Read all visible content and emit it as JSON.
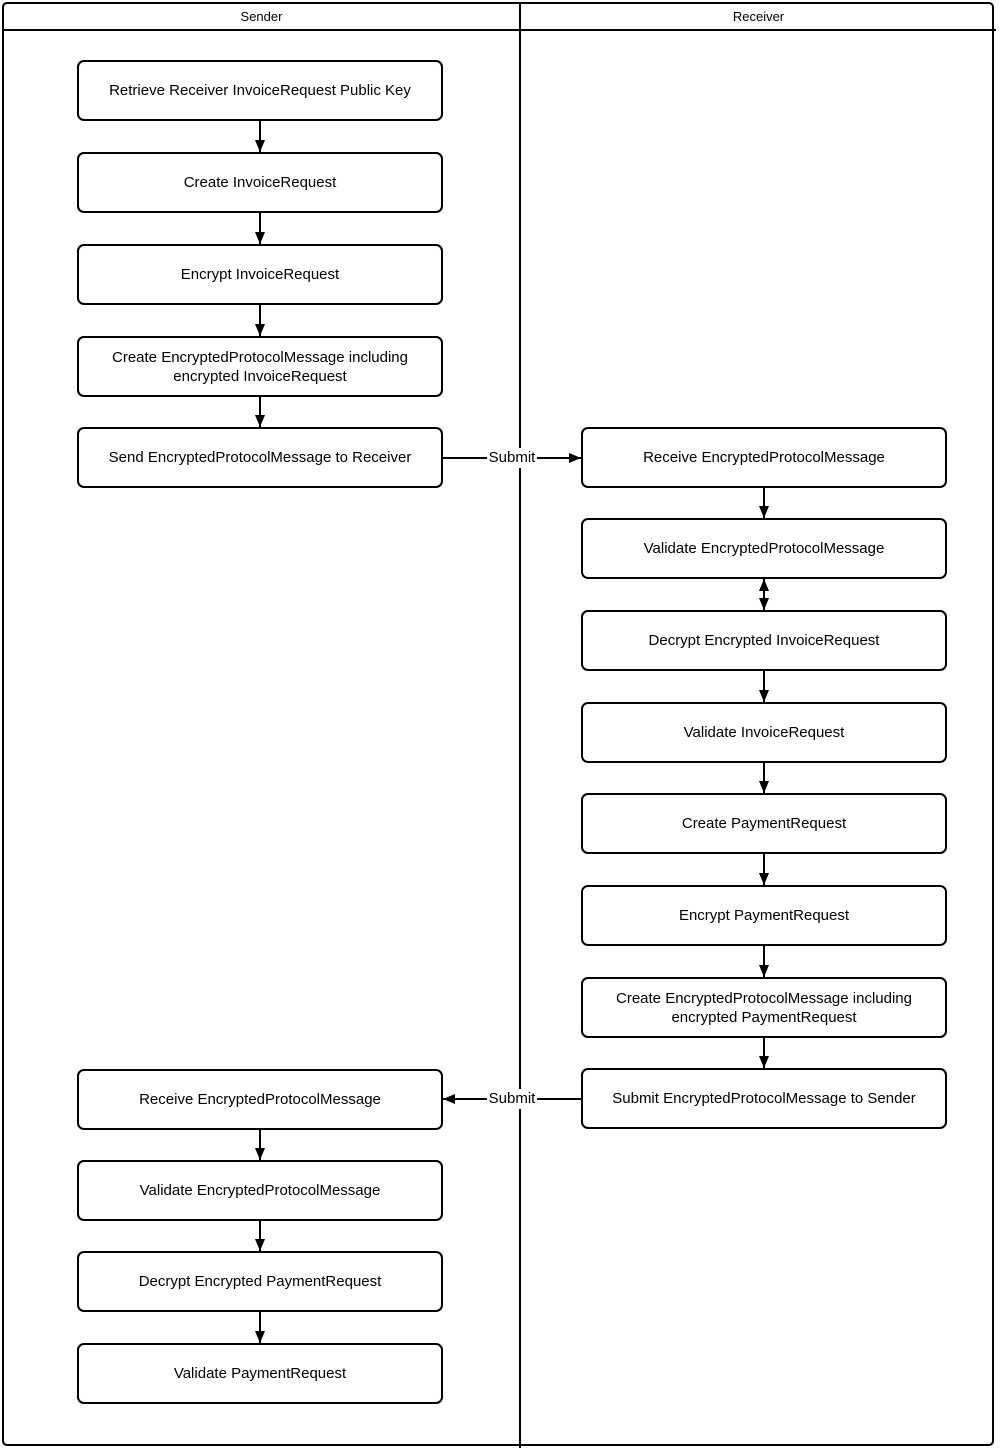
{
  "diagram": {
    "type": "swimlane-flowchart",
    "lanes": [
      {
        "label": "Sender"
      },
      {
        "label": "Receiver"
      }
    ],
    "nodes": [
      {
        "lane": "Sender",
        "label": "Retrieve Receiver InvoiceRequest Public Key"
      },
      {
        "lane": "Sender",
        "label": "Create InvoiceRequest"
      },
      {
        "lane": "Sender",
        "label": "Encrypt InvoiceRequest"
      },
      {
        "lane": "Sender",
        "label": "Create EncryptedProtocolMessage including encrypted InvoiceRequest"
      },
      {
        "lane": "Sender",
        "label": "Send EncryptedProtocolMessage to Receiver"
      },
      {
        "lane": "Receiver",
        "label": "Receive EncryptedProtocolMessage"
      },
      {
        "lane": "Receiver",
        "label": "Validate EncryptedProtocolMessage"
      },
      {
        "lane": "Receiver",
        "label": "Decrypt Encrypted InvoiceRequest"
      },
      {
        "lane": "Receiver",
        "label": "Validate InvoiceRequest"
      },
      {
        "lane": "Receiver",
        "label": "Create PaymentRequest"
      },
      {
        "lane": "Receiver",
        "label": "Encrypt PaymentRequest"
      },
      {
        "lane": "Receiver",
        "label": "Create EncryptedProtocolMessage including encrypted PaymentRequest"
      },
      {
        "lane": "Receiver",
        "label": "Submit EncryptedProtocolMessage to Sender"
      },
      {
        "lane": "Sender",
        "label": "Receive EncryptedProtocolMessage"
      },
      {
        "lane": "Sender",
        "label": "Validate EncryptedProtocolMessage"
      },
      {
        "lane": "Sender",
        "label": "Decrypt Encrypted PaymentRequest"
      },
      {
        "lane": "Sender",
        "label": "Validate PaymentRequest"
      }
    ],
    "edges": [
      {
        "label": "Submit",
        "from": "Send EncryptedProtocolMessage to Receiver",
        "to": "Receive EncryptedProtocolMessage",
        "direction": "left-to-right"
      },
      {
        "label": "Submit",
        "from": "Submit EncryptedProtocolMessage to Sender",
        "to": "Receive EncryptedProtocolMessage",
        "direction": "right-to-left"
      },
      {
        "label": "",
        "from": "Validate EncryptedProtocolMessage",
        "to": "Decrypt Encrypted InvoiceRequest",
        "direction": "bidirectional"
      }
    ],
    "colors": {
      "line": "#000000",
      "background": "#ffffff",
      "text": "#000000"
    }
  }
}
